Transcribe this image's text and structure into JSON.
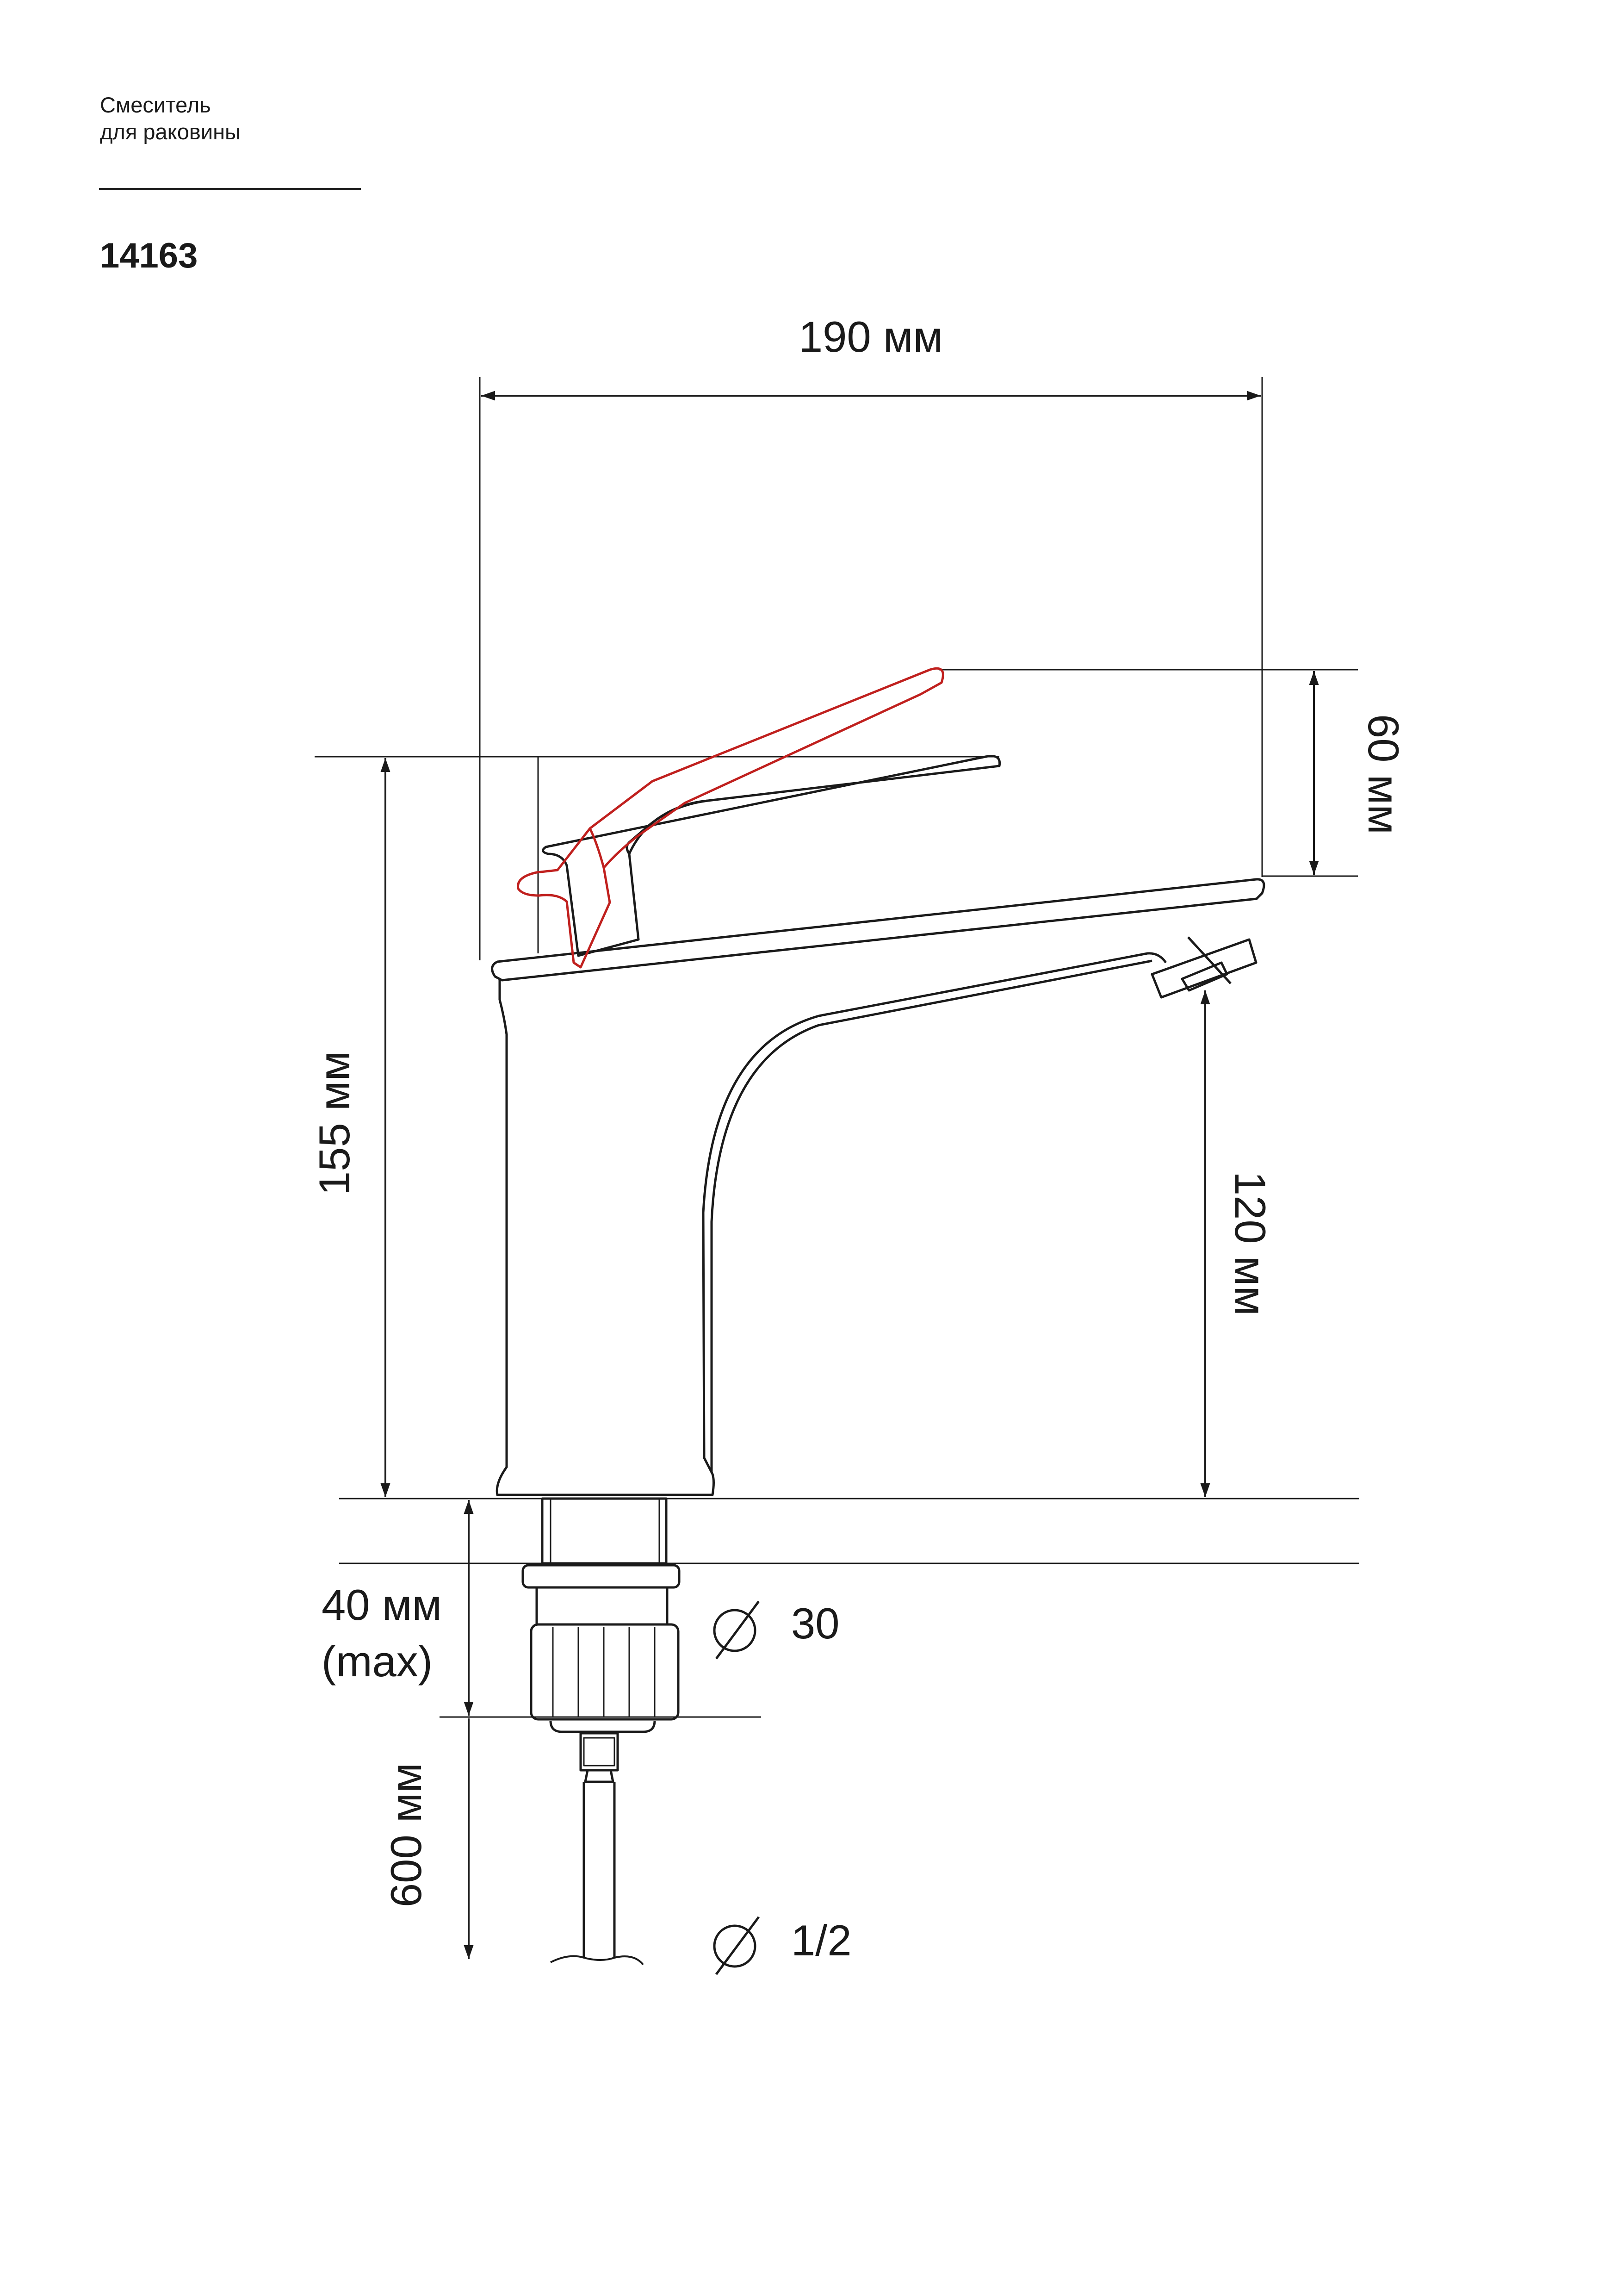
{
  "header": {
    "line1": "Смеситель",
    "line2": "для раковины",
    "model": "14163"
  },
  "dimensions": {
    "width": "190 мм",
    "lever_lift": "60 мм",
    "height": "155 мм",
    "spout_height": "120 мм",
    "mount_depth": "40 мм",
    "mount_depth_note": "(max)",
    "hose_length": "600 мм"
  },
  "diameters": {
    "mount": "30",
    "hose": "1/2"
  },
  "colors": {
    "line": "#1a1a1a",
    "lever_raised": "#c0201e"
  }
}
